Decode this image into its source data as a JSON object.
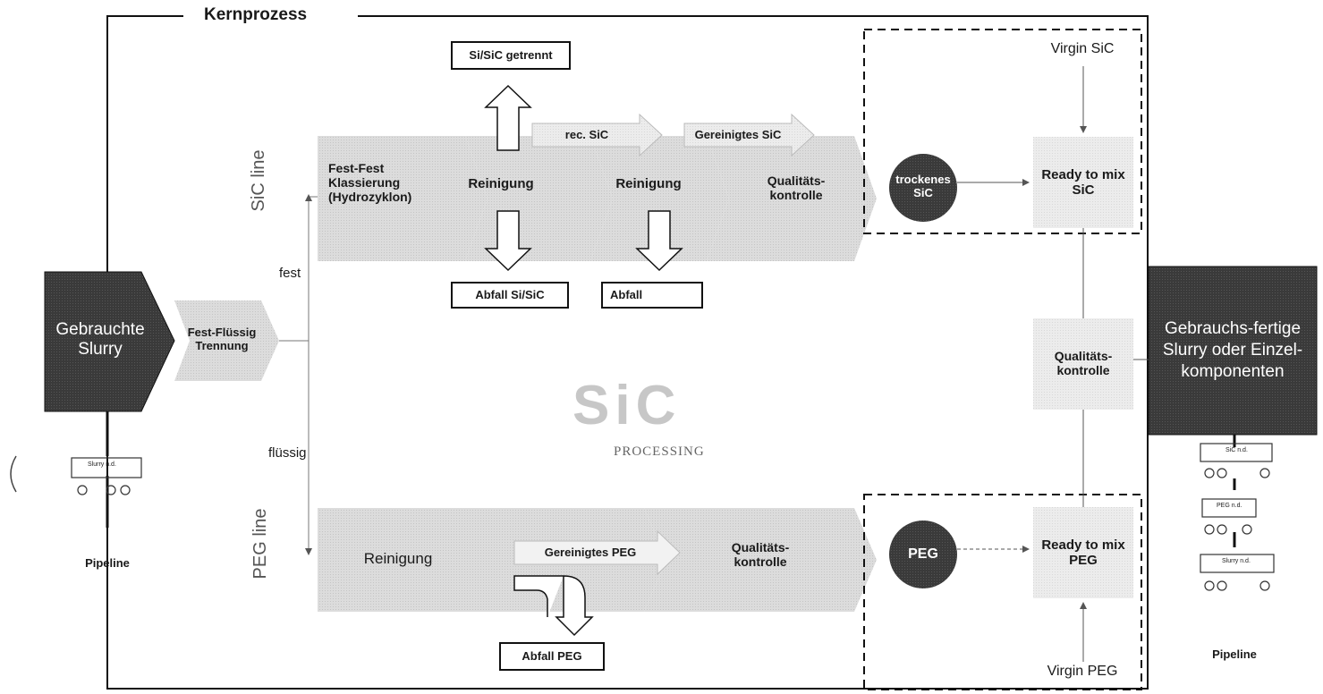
{
  "frame": {
    "title": "Kernprozess"
  },
  "input": {
    "label": "Gebrauchte Slurry",
    "stage": "Fest-Flüssig Trennung",
    "pipeline": "Pipeline"
  },
  "branches": {
    "solid": "fest",
    "liquid": "flüssig"
  },
  "sic_line": {
    "line_label": "SiC line",
    "steps": [
      "Fest-Fest Klassierung (Hydrozyklon)",
      "Reinigung",
      "Reinigung",
      "Qualitäts-kontrolle"
    ],
    "arrows": {
      "rec": "rec. SiC",
      "clean": "Gereinigtes SiC"
    },
    "boxes": {
      "separated": "Si/SiC getrennt",
      "waste_sisic": "Abfall Si/SiC",
      "waste": "Abfall"
    },
    "product": "trockenes SiC",
    "ready": "Ready to mix SiC",
    "virgin": "Virgin SiC"
  },
  "peg_line": {
    "line_label": "PEG line",
    "steps": [
      "Reinigung",
      "Qualitäts-kontrolle"
    ],
    "arrows": {
      "clean": "Gereinigtes PEG"
    },
    "boxes": {
      "waste": "Abfall PEG"
    },
    "product": "PEG",
    "ready": "Ready to mix PEG",
    "virgin": "Virgin PEG"
  },
  "qc_final": "Qualitäts-kontrolle",
  "output": {
    "label": "Gebrauchs-fertige Slurry oder Einzel-komponenten",
    "pipeline": "Pipeline"
  },
  "logo": {
    "mark": "SiC",
    "sub": "PROCESSING"
  },
  "trucks": [
    "Slurry n.d.",
    "SiC n.d.",
    "PEG n.d.",
    "Slurry n.d."
  ]
}
